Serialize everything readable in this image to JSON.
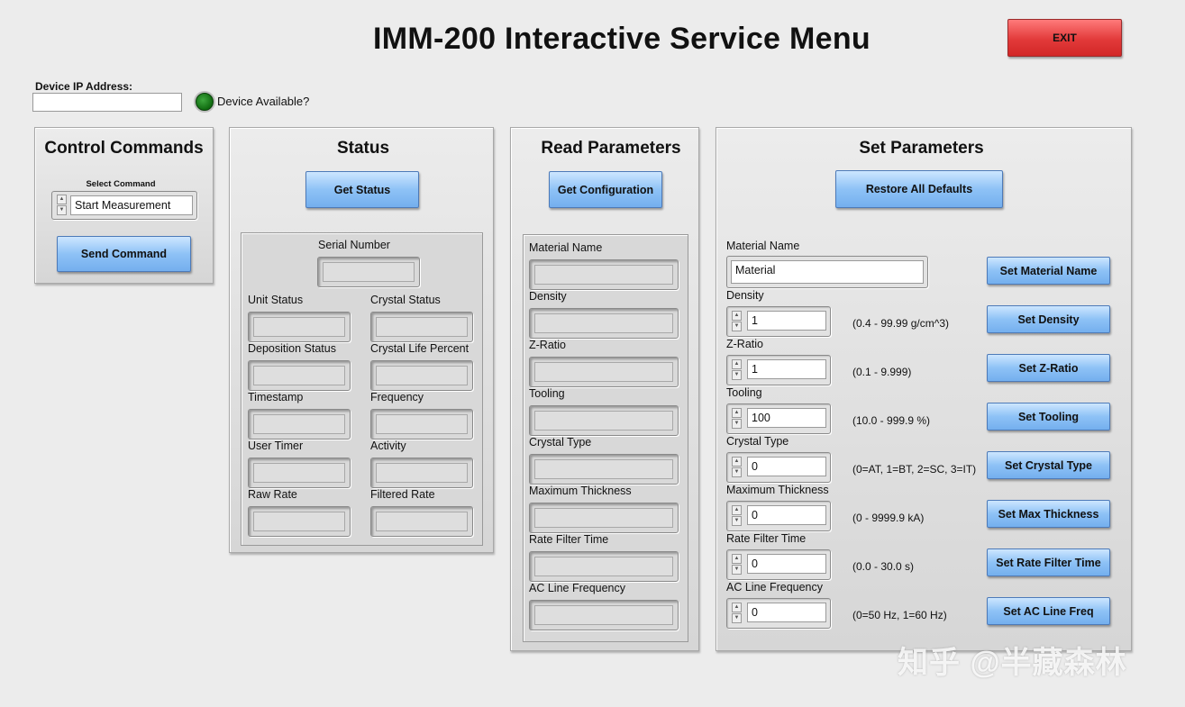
{
  "header": {
    "title": "IMM-200 Interactive Service Menu",
    "exit_label": "EXIT"
  },
  "device": {
    "ip_label": "Device IP Address:",
    "ip_value": "",
    "available_label": "Device Available?",
    "available": true,
    "led_color": "#2e8b2e"
  },
  "control": {
    "title": "Control Commands",
    "select_label": "Select Command",
    "command_value": "Start Measurement",
    "send_label": "Send Command"
  },
  "status": {
    "title": "Status",
    "get_label": "Get Status",
    "serial_label": "Serial Number",
    "fields": [
      "Unit Status",
      "Crystal Status",
      "Deposition Status",
      "Crystal Life Percent",
      "Timestamp",
      "Frequency",
      "User Timer",
      "Activity",
      "Raw Rate",
      "Filtered Rate"
    ]
  },
  "read": {
    "title": "Read Parameters",
    "get_label": "Get Configuration",
    "fields": [
      "Material Name",
      "Density",
      "Z-Ratio",
      "Tooling",
      "Crystal Type",
      "Maximum Thickness",
      "Rate Filter Time",
      "AC Line Frequency"
    ]
  },
  "set": {
    "title": "Set Parameters",
    "restore_label": "Restore All Defaults",
    "material": {
      "label": "Material Name",
      "value": "Material",
      "button": "Set Material Name"
    },
    "params": [
      {
        "label": "Density",
        "value": "1",
        "range": "(0.4 - 99.99 g/cm^3)",
        "button": "Set Density"
      },
      {
        "label": "Z-Ratio",
        "value": "1",
        "range": "(0.1 - 9.999)",
        "button": "Set Z-Ratio"
      },
      {
        "label": "Tooling",
        "value": "100",
        "range": "(10.0 - 999.9 %)",
        "button": "Set Tooling"
      },
      {
        "label": "Crystal Type",
        "value": "0",
        "range": "(0=AT, 1=BT, 2=SC, 3=IT)",
        "button": "Set Crystal Type"
      },
      {
        "label": "Maximum Thickness",
        "value": "0",
        "range": "(0 - 9999.9 kA)",
        "button": "Set Max Thickness"
      },
      {
        "label": "Rate Filter Time",
        "value": "0",
        "range": "(0.0 - 30.0 s)",
        "button": "Set Rate Filter Time"
      },
      {
        "label": "AC Line Frequency",
        "value": "0",
        "range": "(0=50 Hz, 1=60 Hz)",
        "button": "Set AC Line Freq"
      }
    ]
  },
  "watermark": "知乎 @半藏森林"
}
